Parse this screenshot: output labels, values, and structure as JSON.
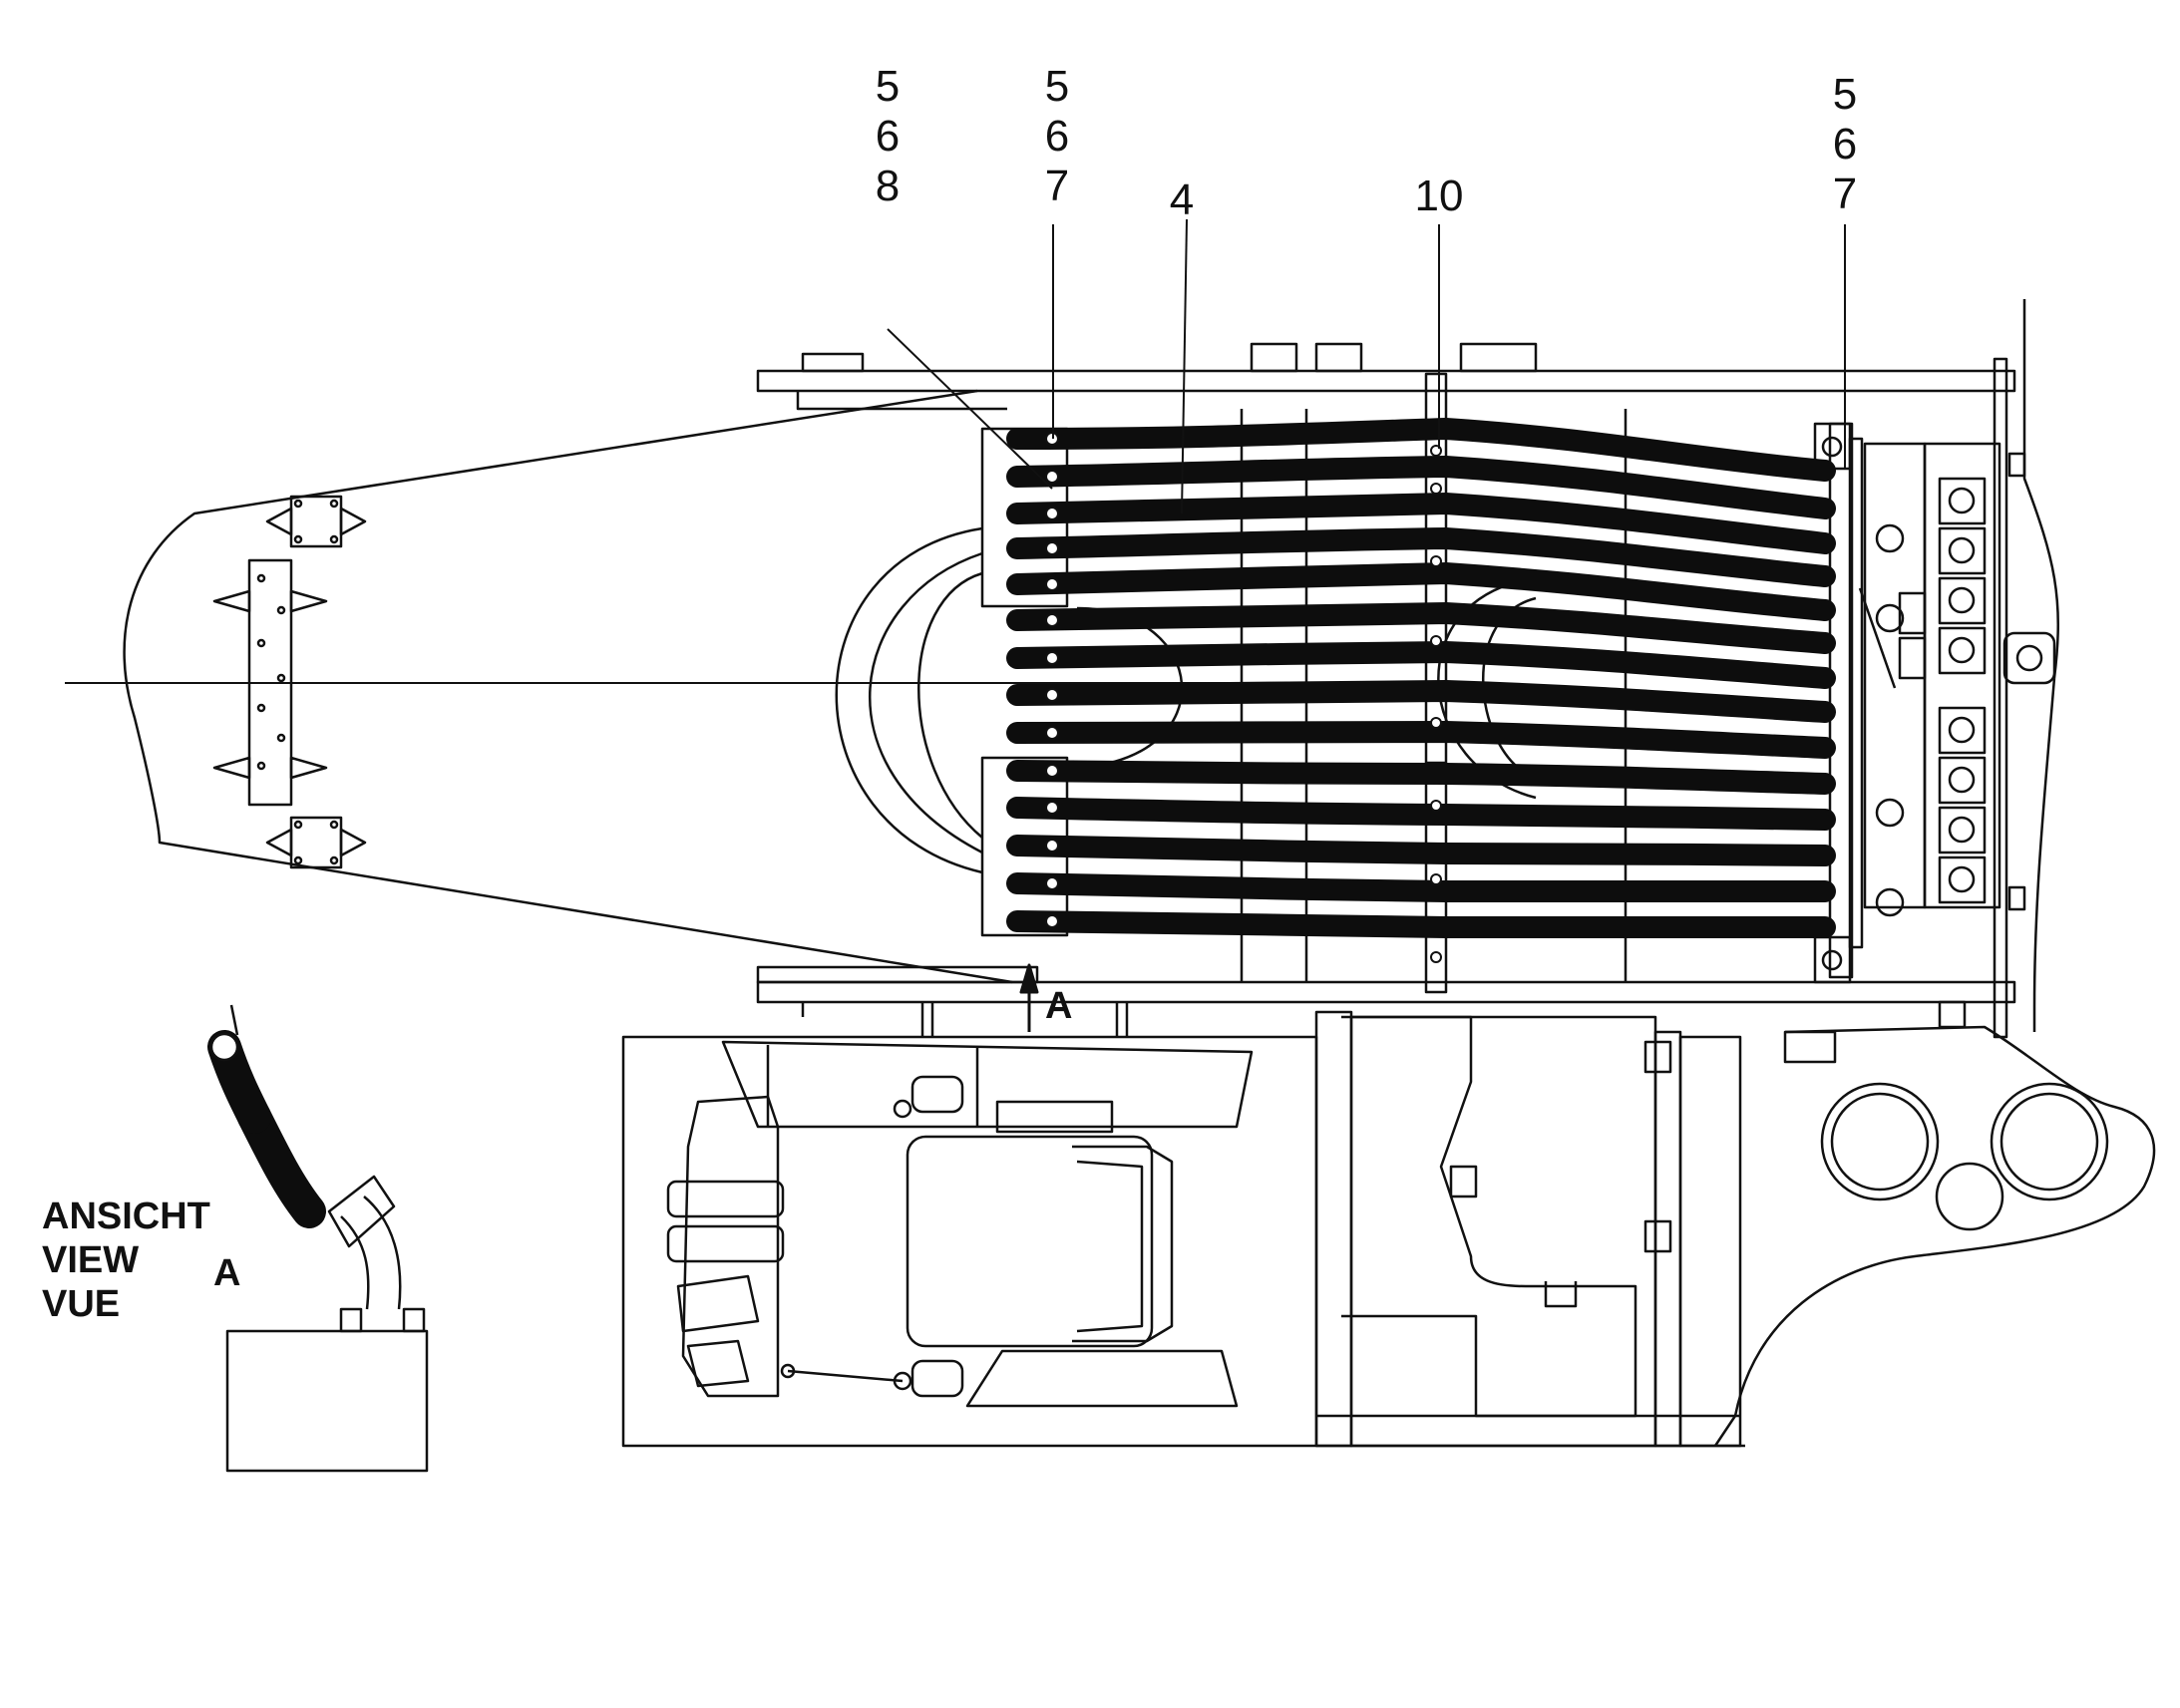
{
  "callouts": {
    "c1": "5\n6\n8",
    "c2": "5\n6\n7",
    "c3": "4",
    "c4": "10",
    "c5": "5\n6\n7"
  },
  "view": {
    "label": "ANSICHT\nVIEW\nVUE",
    "letter": "A",
    "arrow_letter": "A"
  },
  "colors": {
    "line": "#111111",
    "hose": "#0d0d0d",
    "background": "#ffffff"
  }
}
